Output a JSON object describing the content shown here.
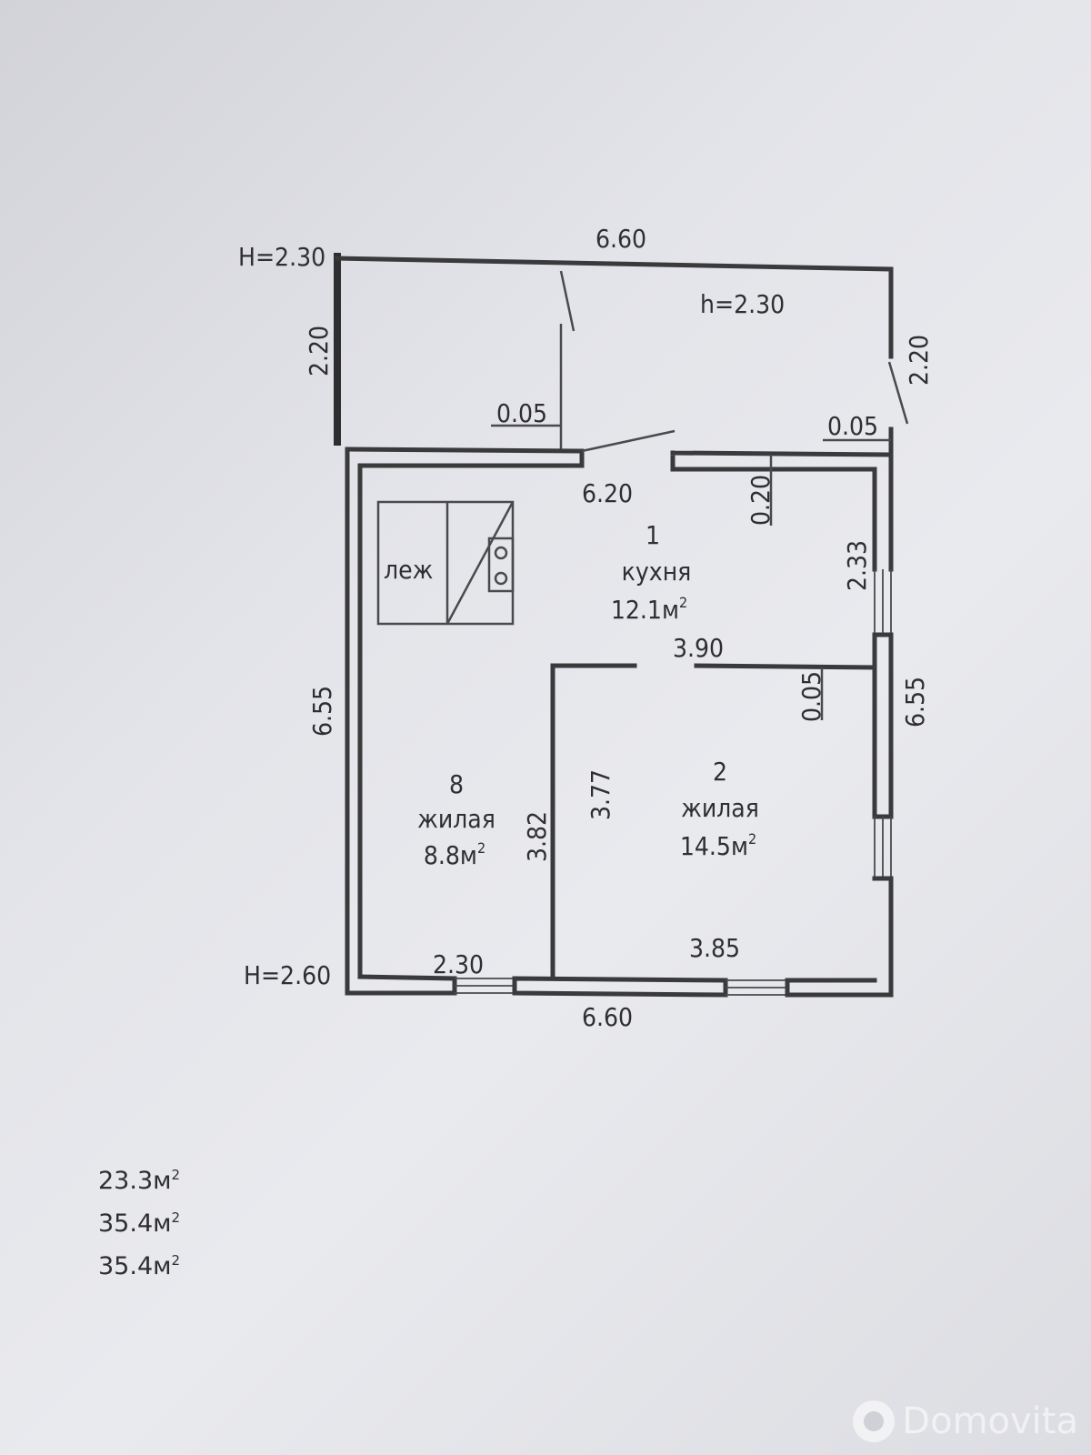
{
  "plan": {
    "outer": {
      "top_width": "6.60",
      "bottom_width": "6.60",
      "height_top_left": "H=2.30",
      "height_bottom_left": "H=2.60",
      "left_height": "6.55",
      "right_height": "6.55"
    },
    "veranda": {
      "height_label": "h=2.30",
      "left_depth": "2.20",
      "right_depth": "2.20",
      "partition_left": "0.05",
      "partition_right": "0.05"
    },
    "inner": {
      "top_width": "6.20",
      "wall_thickness_top": "0.20",
      "kitchen_right": "2.33",
      "kitchen_bottom": "3.90",
      "partition": "0.05",
      "room8_height": "3.82",
      "room2_height": "3.77",
      "room8_width": "2.30",
      "room2_width": "3.85"
    },
    "rooms": [
      {
        "number": "1",
        "name": "кухня",
        "area": "12.1м",
        "unit_sup": "2"
      },
      {
        "number": "8",
        "name": "жилая",
        "area": "8.8м",
        "unit_sup": "2"
      },
      {
        "number": "2",
        "name": "жилая",
        "area": "14.5м",
        "unit_sup": "2"
      }
    ],
    "stove_label": "леж"
  },
  "totals": [
    {
      "value": "23.3м",
      "sup": "2"
    },
    {
      "value": "35.4м",
      "sup": "2"
    },
    {
      "value": "35.4м",
      "sup": "2"
    }
  ],
  "watermark": "Domovita",
  "colors": {
    "line": "#3a3a3c",
    "paper": "#e3e4e9",
    "text": "#2f2f33"
  }
}
